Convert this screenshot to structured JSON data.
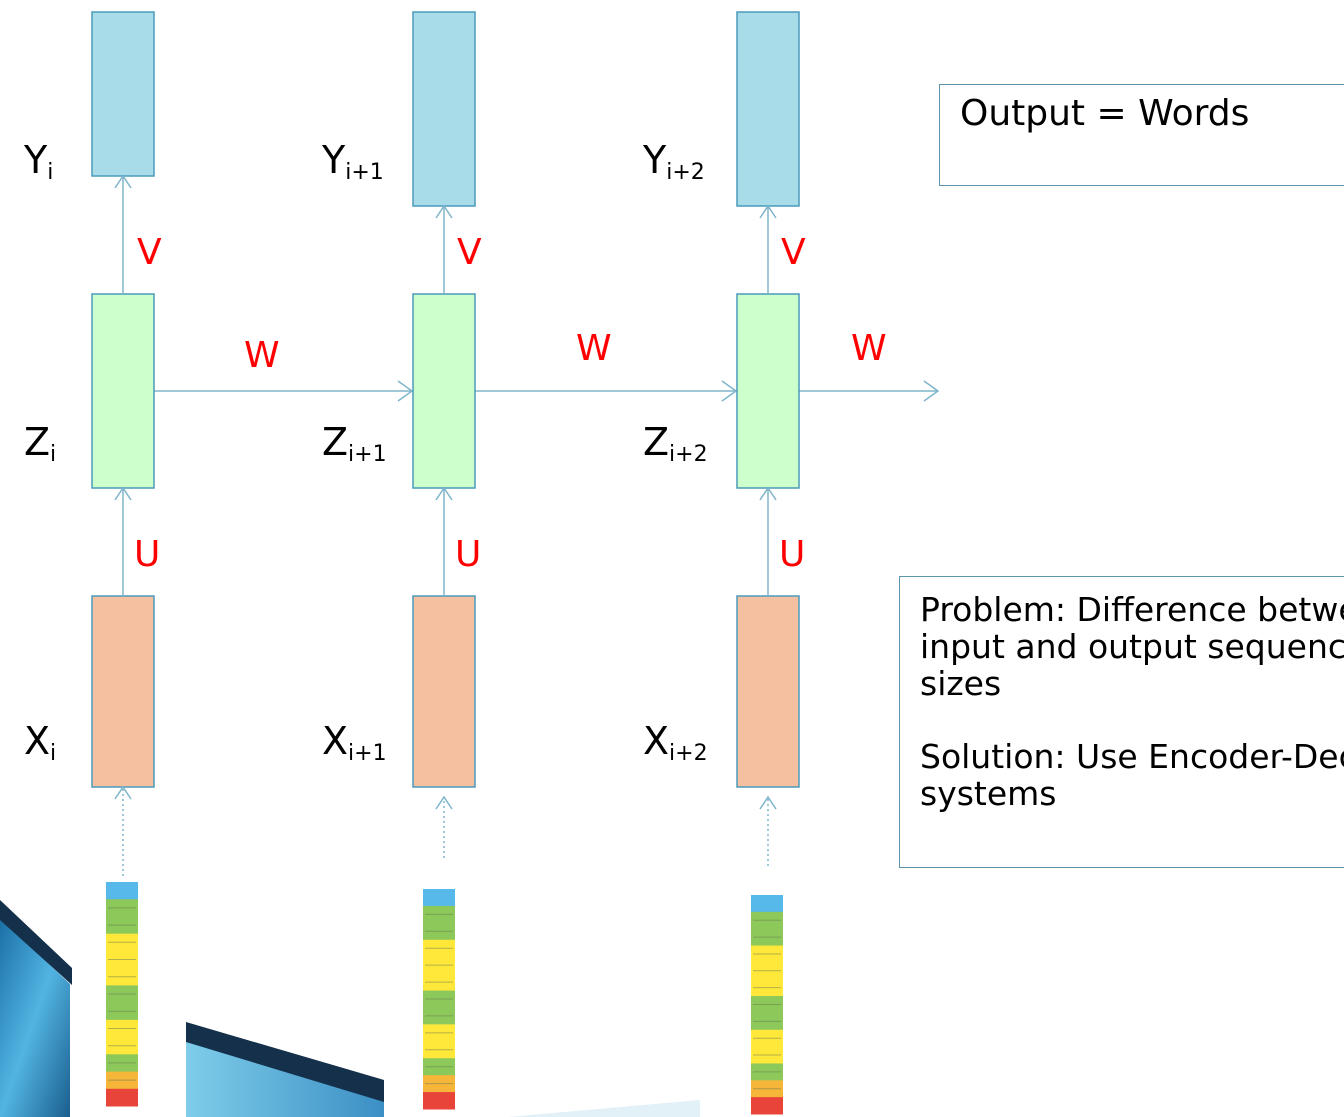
{
  "diagram": {
    "columns": [
      {
        "y_base": "Y",
        "y_sub": "i",
        "z_base": "Z",
        "z_sub": "i",
        "x_base": "X",
        "x_sub": "i"
      },
      {
        "y_base": "Y",
        "y_sub": "i+1",
        "z_base": "Z",
        "z_sub": "i+1",
        "x_base": "X",
        "x_sub": "i+1"
      },
      {
        "y_base": "Y",
        "y_sub": "i+2",
        "z_base": "Z",
        "z_sub": "i+2",
        "x_base": "X",
        "x_sub": "i+2"
      }
    ],
    "weights": {
      "v": "V",
      "u": "U",
      "w": "W"
    }
  },
  "boxes": {
    "output": "Output = Words",
    "problem_lines": [
      "Problem: Difference between",
      "input and output sequence",
      "sizes"
    ],
    "solution_lines": [
      "Solution: Use Encoder-Decoder",
      "systems"
    ]
  },
  "colors": {
    "output_layer": "#a8dce9",
    "hidden_layer": "#ccffcc",
    "input_layer": "#f4c0a0",
    "layer_border": "#4a9bbc",
    "arrow": "#7fb5cc",
    "weight_label": "#ff0000",
    "slide_decor": "#3a8fc0"
  },
  "embedding_icon_colors": [
    "#56b9ea",
    "#8dc85a",
    "#8dc85a",
    "#ffe83a",
    "#ffe83a",
    "#ffe83a",
    "#8dc85a",
    "#8dc85a",
    "#ffe83a",
    "#ffe83a",
    "#8dc85a",
    "#f5b63a",
    "#e8443a"
  ]
}
